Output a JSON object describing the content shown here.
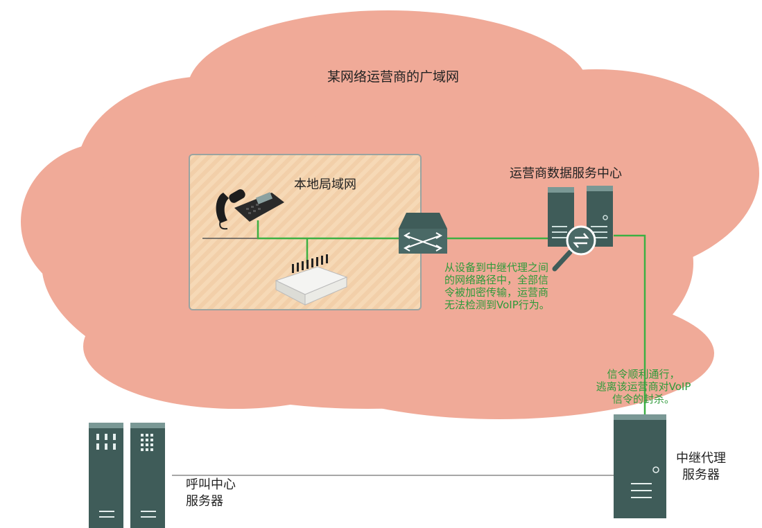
{
  "cloud": {
    "title": "某网络运营商的广域网"
  },
  "lan": {
    "title": "本地局域网"
  },
  "datacenter": {
    "title": "运营商数据服务中心"
  },
  "notes": {
    "encrypted": [
      "从设备到中继代理之间",
      "的网络路径中，全部信",
      "令被加密传输，运营商",
      "无法检测到VoIP行为。"
    ],
    "passthrough": [
      "信令顺利通行，",
      "逃离该运营商对VoIP",
      "信令的封杀。"
    ]
  },
  "servers": {
    "callcenter": [
      "呼叫中心",
      "服务器"
    ],
    "relay": [
      "中继代理",
      "服务器"
    ]
  },
  "colors": {
    "cloud": "#f0aa98",
    "link": "#3cb043",
    "server": "#3f5c59",
    "lan": "#f6d9b6"
  }
}
